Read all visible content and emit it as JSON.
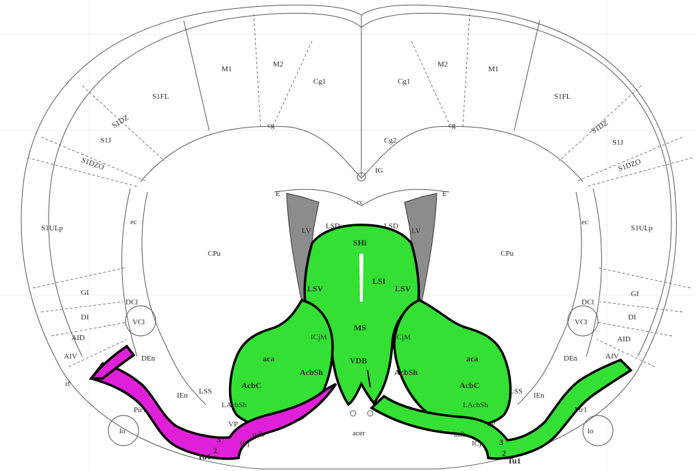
{
  "colors": {
    "highlight_green": "#33e033",
    "highlight_magenta": "#e020d8",
    "ventricle_grey": "#8c8c8c",
    "outline": "#000000"
  },
  "labels": {
    "m1_l": "M1",
    "m2_l": "M2",
    "cg1_l": "Cg1",
    "s1fl_l": "S1FL",
    "s1dz_l": "S1DZ",
    "s1j_l": "S1J",
    "s1dzo_l": "S1DZO",
    "s1ulp_l": "S1ULp",
    "ec_l": "ec",
    "cpu_l": "CPu",
    "gi_l": "GI",
    "dci_l": "DCl",
    "di_l": "DI",
    "vcl_l": "VCl",
    "aid_l": "AID",
    "aiv_l": "AIV",
    "den_l": "DEn",
    "rf": "rf",
    "ien_l": "IEn",
    "lss_l": "LSS",
    "lacbsh_l": "LAcbSh",
    "pir1_l": "Pir1",
    "lo_l": "lo",
    "vp_l": "VP",
    "mfb_l": "mfb",
    "ici_l": "ICj",
    "layer3_l": "3",
    "layer2_l": "2",
    "tu1_l": "Tu1",
    "m1_r": "M1",
    "m2_r": "M2",
    "cg1_r": "Cg1",
    "s1fl_r": "S1FL",
    "s1dz_r": "S1DZ",
    "s1j_r": "S1J",
    "s1dzo_r": "S1DZO",
    "s1ulp_r": "S1ULp",
    "ec_r": "ec",
    "cpu_r": "CPu",
    "gi_r": "GI",
    "dci_r": "DCl",
    "di_r": "DI",
    "vcl_r": "VCl",
    "aid_r": "AID",
    "aiv_r": "AIV",
    "den_r": "DEn",
    "ien_r": "IEn",
    "lss_r": "LSS",
    "lacbsh_r": "LAcbSh",
    "pir1_r": "Pir1",
    "lo_r": "lo",
    "vp_r": "VP",
    "mfb_r": "mfb",
    "ici_r": "ICj",
    "layer3_r": "3",
    "layer2_r": "2",
    "tu1_r": "Tu1",
    "cg2": "Cg2",
    "cg_l": "cg",
    "cg_r": "cg",
    "ig": "IG",
    "cc": "cc",
    "e_l": "E",
    "e_r": "E",
    "lsd_l": "LSD",
    "lsd_r": "LSD",
    "lv_l": "LV",
    "lv_r": "LV",
    "shi": "SHi",
    "lsi": "LSI",
    "lsv_l": "LSV",
    "lsv_r": "LSV",
    "ms": "MS",
    "vdb": "VDB",
    "icjm_l": "ICjM",
    "icjm_r": "ICjM",
    "aca_l": "aca",
    "aca_r": "aca",
    "acbc_l": "AcbC",
    "acbc_r": "AcbC",
    "acbsh_l": "AcbSh",
    "acbsh_r": "AcbSh",
    "acer": "acer"
  }
}
